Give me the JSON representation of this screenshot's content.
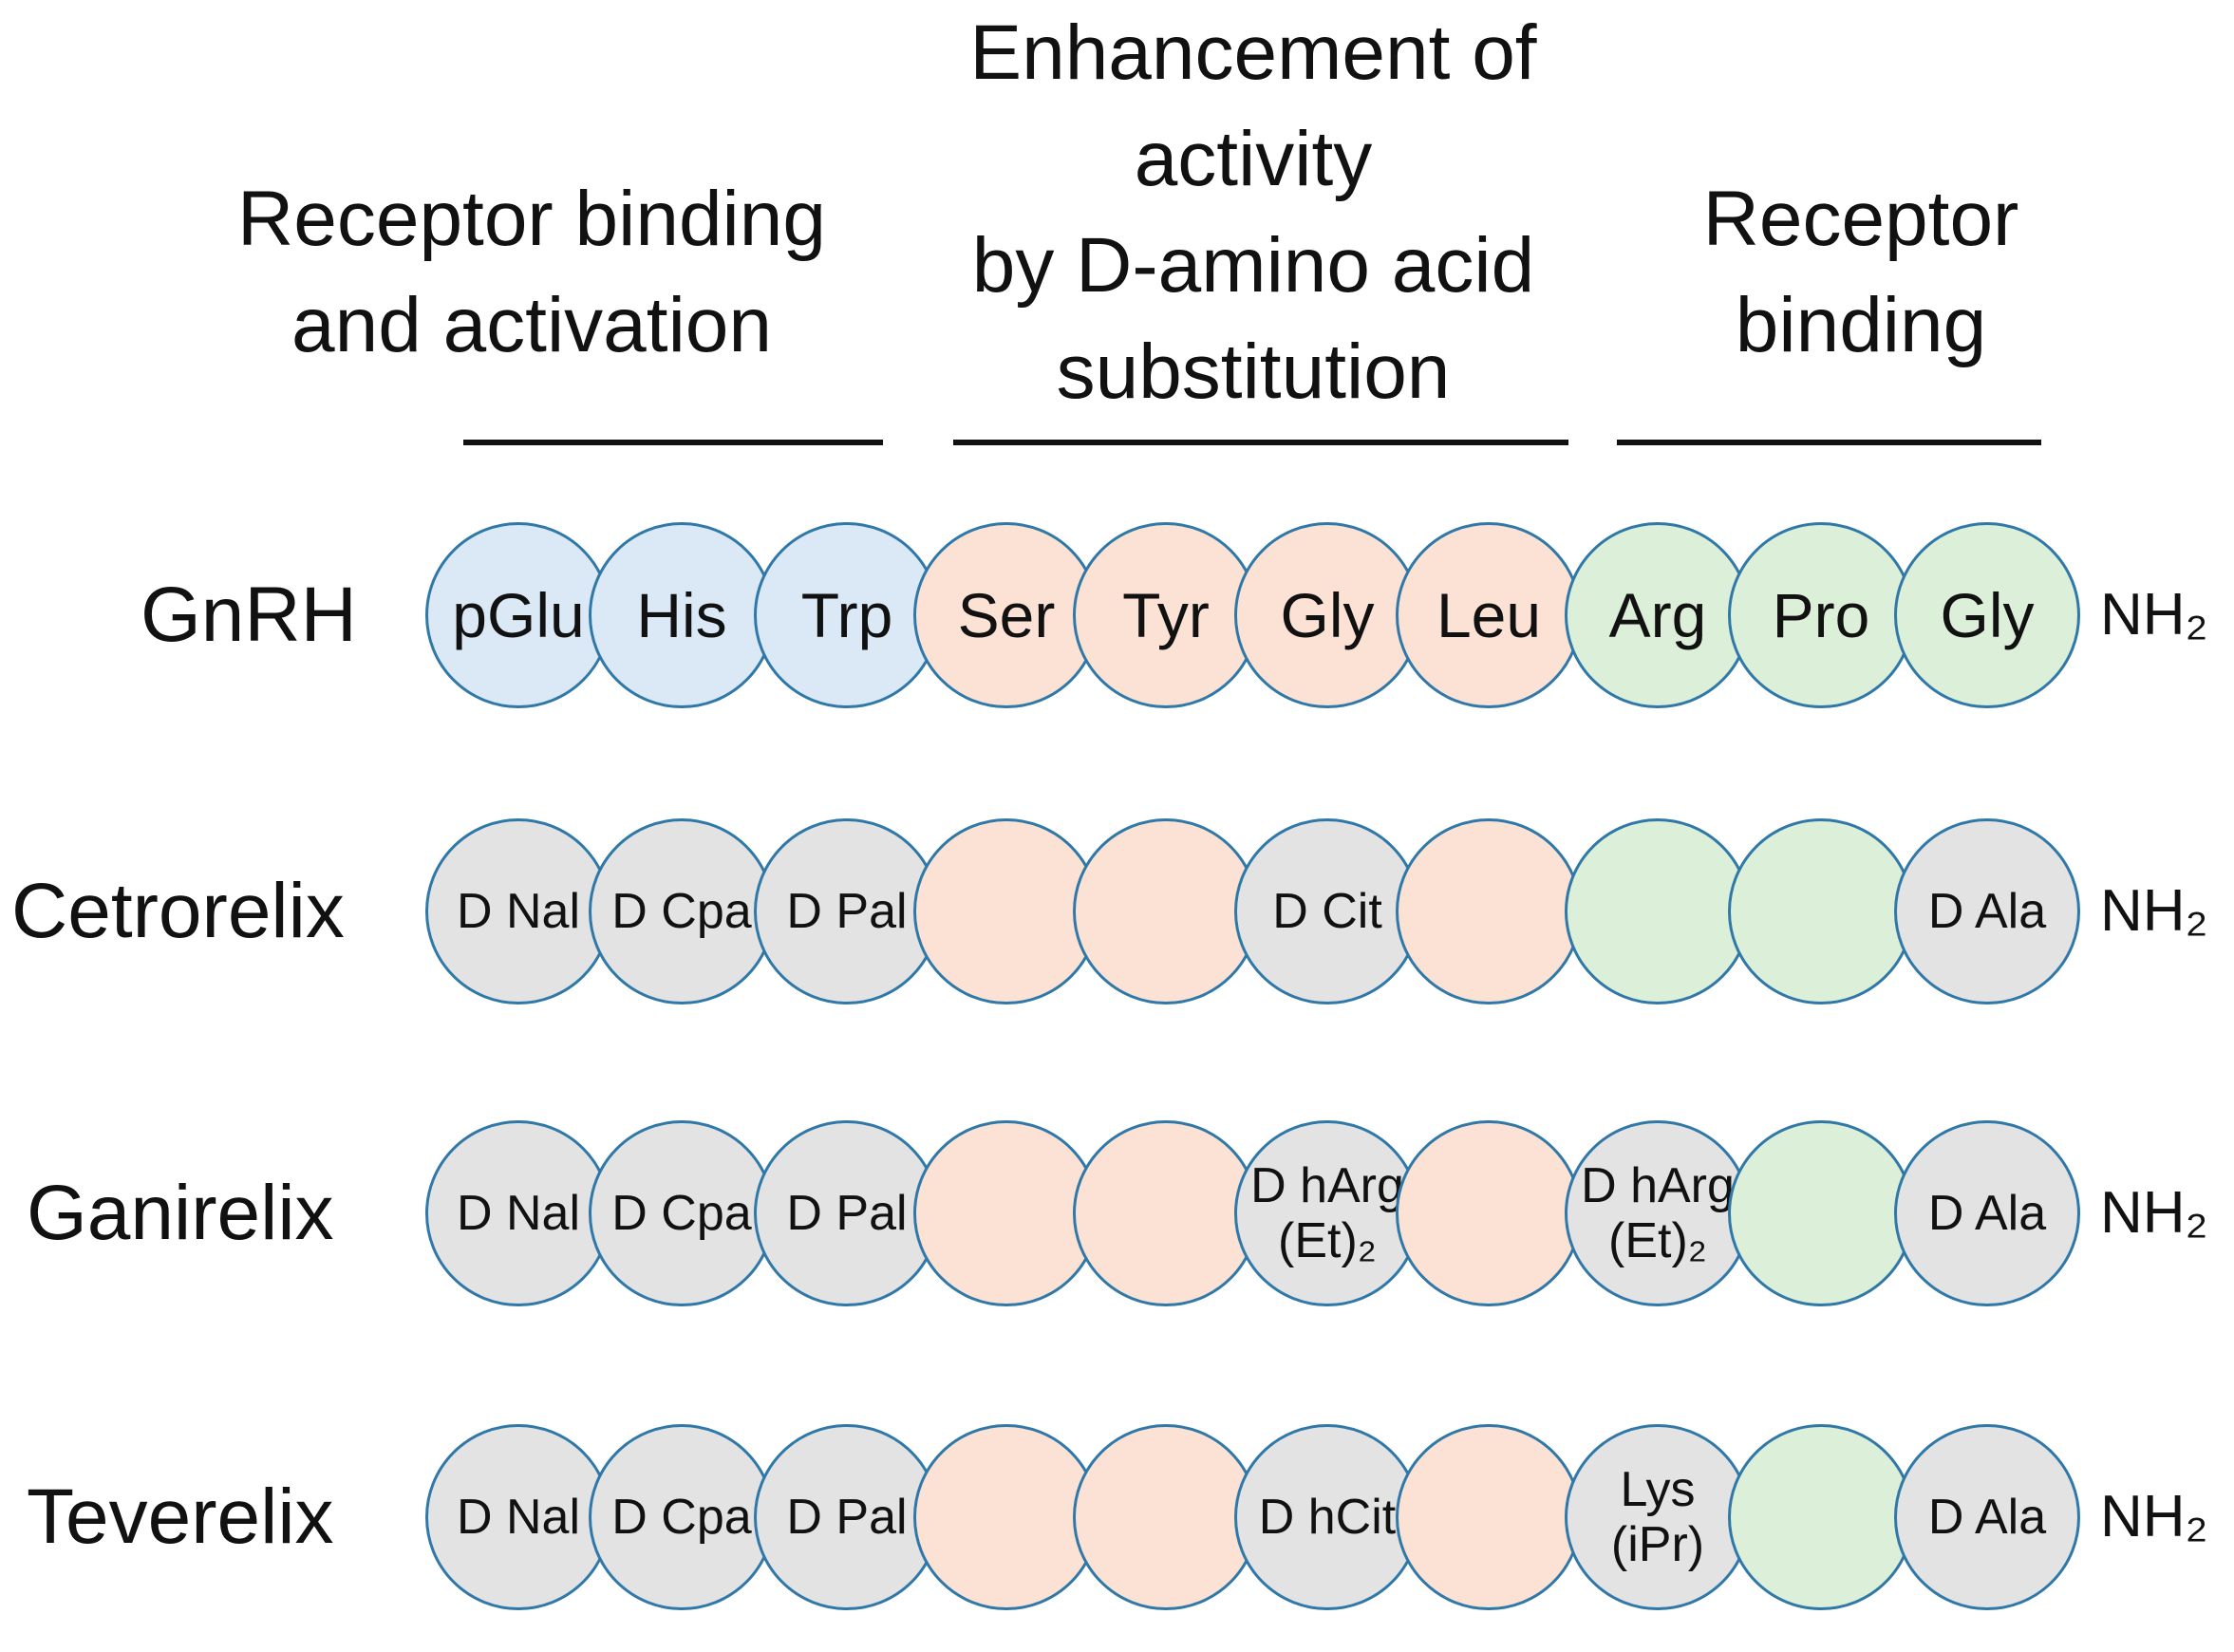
{
  "headers": [
    {
      "lines": [
        "Receptor binding",
        "and activation"
      ]
    },
    {
      "lines": [
        "Enhancement of",
        "activity",
        "by D-amino acid",
        "substitution"
      ]
    },
    {
      "lines": [
        "Receptor",
        "binding"
      ]
    }
  ],
  "colors": {
    "blue": "#dbe9f6",
    "peach": "#fce2d4",
    "green": "#dcefd8",
    "grey": "#e3e3e3",
    "outline": "#2f78a8"
  },
  "rows": [
    {
      "label": "GnRH",
      "end": "NH₂",
      "beads": [
        {
          "text": [
            "pGlu"
          ],
          "color": "blue"
        },
        {
          "text": [
            "His"
          ],
          "color": "blue"
        },
        {
          "text": [
            "Trp"
          ],
          "color": "blue"
        },
        {
          "text": [
            "Ser"
          ],
          "color": "peach"
        },
        {
          "text": [
            "Tyr"
          ],
          "color": "peach"
        },
        {
          "text": [
            "Gly"
          ],
          "color": "peach"
        },
        {
          "text": [
            "Leu"
          ],
          "color": "peach"
        },
        {
          "text": [
            "Arg"
          ],
          "color": "green"
        },
        {
          "text": [
            "Pro"
          ],
          "color": "green"
        },
        {
          "text": [
            "Gly"
          ],
          "color": "green"
        }
      ]
    },
    {
      "label": "Cetrorelix",
      "end": "NH₂",
      "beads": [
        {
          "text": [
            "D Nal"
          ],
          "color": "grey"
        },
        {
          "text": [
            "D Cpa"
          ],
          "color": "grey"
        },
        {
          "text": [
            "D Pal"
          ],
          "color": "grey"
        },
        {
          "text": [],
          "color": "peach"
        },
        {
          "text": [],
          "color": "peach"
        },
        {
          "text": [
            "D Cit"
          ],
          "color": "grey"
        },
        {
          "text": [],
          "color": "peach"
        },
        {
          "text": [],
          "color": "green"
        },
        {
          "text": [],
          "color": "green"
        },
        {
          "text": [
            "D Ala"
          ],
          "color": "grey"
        }
      ]
    },
    {
      "label": "Ganirelix",
      "end": "NH₂",
      "beads": [
        {
          "text": [
            "D Nal"
          ],
          "color": "grey"
        },
        {
          "text": [
            "D Cpa"
          ],
          "color": "grey"
        },
        {
          "text": [
            "D Pal"
          ],
          "color": "grey"
        },
        {
          "text": [],
          "color": "peach"
        },
        {
          "text": [],
          "color": "peach"
        },
        {
          "text": [
            "D hArg",
            "(Et)₂"
          ],
          "color": "grey"
        },
        {
          "text": [],
          "color": "peach"
        },
        {
          "text": [
            "D hArg",
            "(Et)₂"
          ],
          "color": "grey"
        },
        {
          "text": [],
          "color": "green"
        },
        {
          "text": [
            "D Ala"
          ],
          "color": "grey"
        }
      ]
    },
    {
      "label": "Teverelix",
      "end": "NH₂",
      "beads": [
        {
          "text": [
            "D Nal"
          ],
          "color": "grey"
        },
        {
          "text": [
            "D Cpa"
          ],
          "color": "grey"
        },
        {
          "text": [
            "D Pal"
          ],
          "color": "grey"
        },
        {
          "text": [],
          "color": "peach"
        },
        {
          "text": [],
          "color": "peach"
        },
        {
          "text": [
            "D hCit"
          ],
          "color": "grey"
        },
        {
          "text": [],
          "color": "peach"
        },
        {
          "text": [
            "Lys",
            "(iPr)"
          ],
          "color": "grey"
        },
        {
          "text": [],
          "color": "green"
        },
        {
          "text": [
            "D Ala"
          ],
          "color": "grey"
        }
      ]
    }
  ]
}
